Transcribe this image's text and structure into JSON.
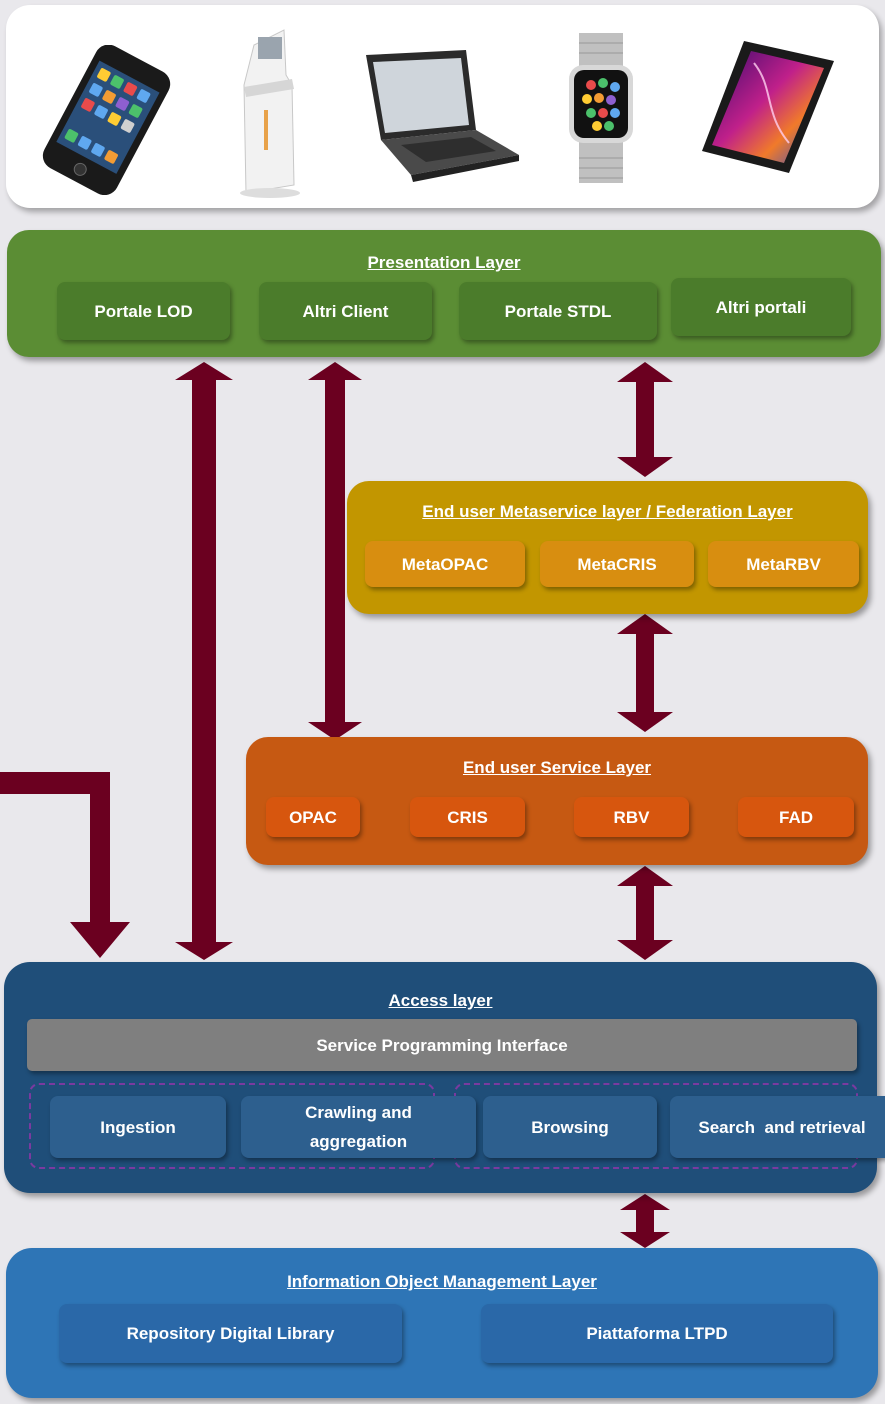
{
  "colors": {
    "presentation": "#5b8d34",
    "presentation_box": "#4b7c2b",
    "metaservice": "#c29600",
    "metaservice_box": "#d88e10",
    "service": "#c65912",
    "service_box": "#d7560e",
    "access": "#1f4e79",
    "access_box": "#2d5f8e",
    "spi": "#7f7f7f",
    "iom": "#2e75b6",
    "iom_box": "#2a68a8",
    "arrow": "#6b0020",
    "dashed": "#7a3aa0"
  },
  "devices": [
    "smartphone-image",
    "kiosk-image",
    "laptop-image",
    "smartwatch-image",
    "tablet-image"
  ],
  "presentation": {
    "title": "Presentation Layer",
    "items": [
      "Portale LOD",
      "Altri Client",
      "Portale STDL",
      "Altri portali"
    ]
  },
  "metaservice": {
    "title": "End user Metaservice layer / Federation Layer",
    "items": [
      "MetaOPAC",
      "MetaCRIS",
      "MetaRBV"
    ]
  },
  "service": {
    "title": "End user Service Layer",
    "items": [
      "OPAC",
      "CRIS",
      "RBV",
      "FAD"
    ]
  },
  "access": {
    "title": "Access layer",
    "spi": "Service Programming Interface",
    "items": [
      "Ingestion",
      "Crawling and aggregation",
      "Browsing",
      "Search  and retrieval"
    ]
  },
  "iom": {
    "title": "Information Object Management Layer",
    "items": [
      "Repository Digital Library",
      "Piattaforma LTPD"
    ]
  }
}
